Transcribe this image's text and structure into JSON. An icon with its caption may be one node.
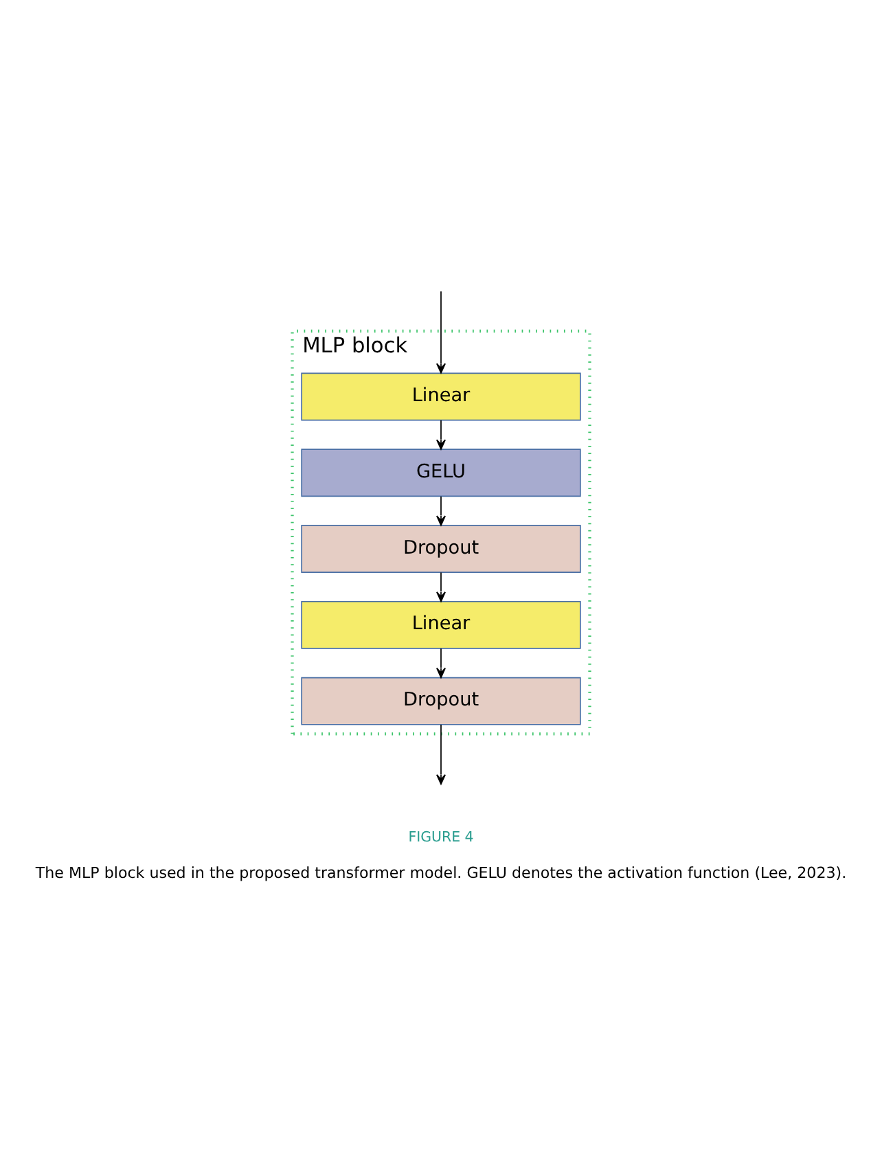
{
  "diagram": {
    "caption": "The MLP block used in the proposed transformer model. GELU denotes the activation function (Lee, 2023).",
    "nodes": [
      {
        "text": [
          "MLP block"
        ]
      },
      {
        "text": [
          "Linear"
        ],
        "in": 0
      },
      {
        "text": [
          "GELU"
        ],
        "in": 0
      },
      {
        "text": [
          "Dropout"
        ],
        "in": 0
      },
      {
        "text": [
          "Linear"
        ],
        "in": 0
      },
      {
        "text": [
          "Dropout"
        ],
        "in": 0
      }
    ],
    "edges": [
      {
        "from": null,
        "to": 1,
        "arrow": "to"
      },
      {
        "from": 1,
        "to": 2,
        "arrow": "to"
      },
      {
        "from": 2,
        "to": 3,
        "arrow": "to"
      },
      {
        "from": 3,
        "to": 4,
        "arrow": "to"
      },
      {
        "from": 4,
        "to": 5,
        "arrow": "to"
      },
      {
        "from": 5,
        "to": null,
        "arrow": "to"
      }
    ],
    "labels": [
      "FIGURE 4"
    ]
  }
}
